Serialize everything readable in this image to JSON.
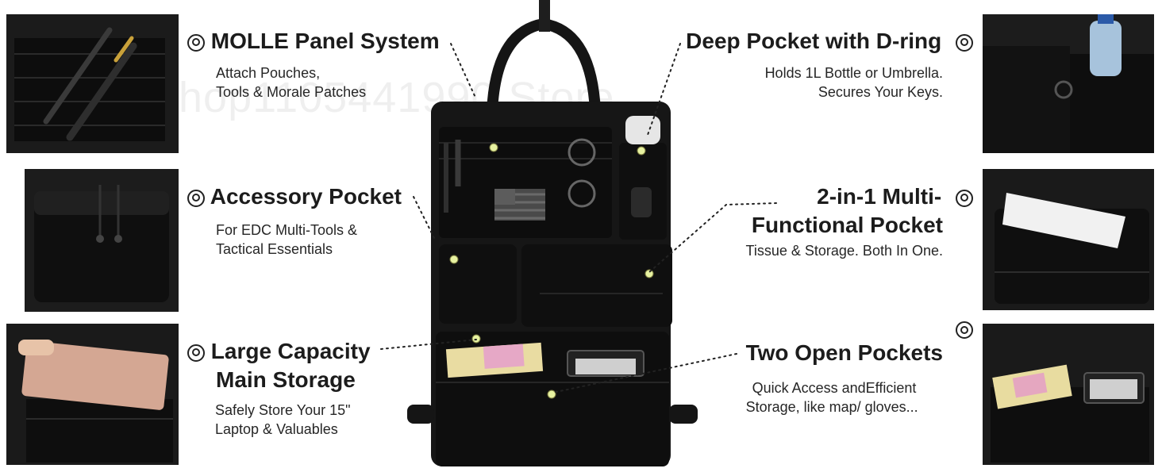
{
  "watermark": "hop1105441990 Store",
  "features": {
    "molle": {
      "title": "MOLLE Panel System",
      "desc1": "Attach Pouches,",
      "desc2": "Tools & Morale Patches"
    },
    "accessory": {
      "title": "Accessory Pocket",
      "desc1": "For EDC Multi-Tools &",
      "desc2": "Tactical Essentials"
    },
    "large": {
      "title1": "Large Capacity",
      "title2": "Main Storage",
      "desc1": "Safely Store Your 15\"",
      "desc2": "Laptop & Valuables"
    },
    "deep": {
      "title": "Deep Pocket with D-ring",
      "desc1": "Holds 1L Bottle or Umbrella.",
      "desc2": "Secures Your Keys."
    },
    "multi": {
      "title1": "2-in-1 Multi-",
      "title2": "Functional Pocket",
      "desc1": "Tissue & Storage. Both In One."
    },
    "open": {
      "title": "Two Open Pockets",
      "desc1": "Quick Access andEfficient",
      "desc2": "Storage,  like map/ gloves..."
    }
  },
  "icons": {
    "bullet": "concentric-circle-icon"
  },
  "colors": {
    "bag": "#141414",
    "marker": "#e7f2a0",
    "text": "#1c1c1c"
  }
}
